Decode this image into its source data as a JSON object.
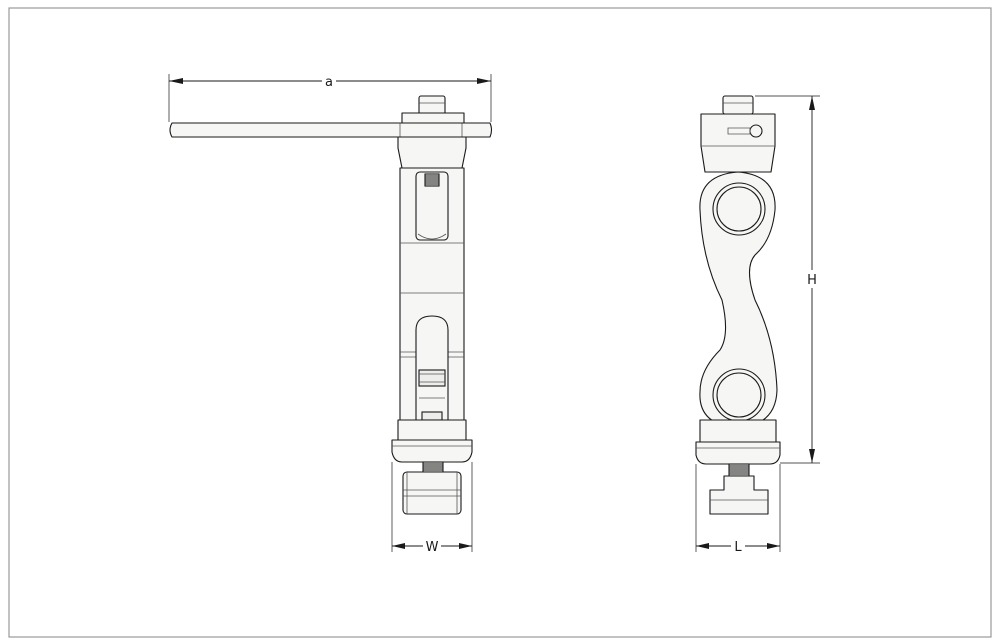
{
  "drawing": {
    "dimensions": {
      "a": "a",
      "H": "H",
      "W": "W",
      "L": "L"
    },
    "colors": {
      "line": "#1a1a1a",
      "frame": "#9a9a9a",
      "fill": "#f6f6f4"
    }
  }
}
